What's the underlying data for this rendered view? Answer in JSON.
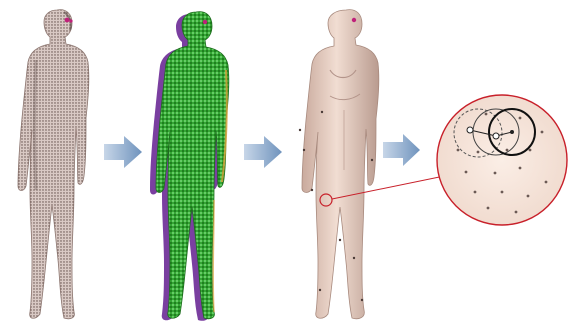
{
  "figure": {
    "stages": [
      {
        "id": "point-cloud",
        "description_name": "point-cloud-figure"
      },
      {
        "id": "voxel-model",
        "description_name": "voxel-figure"
      },
      {
        "id": "smooth-surface",
        "description_name": "surface-figure"
      },
      {
        "id": "zoom-detail",
        "description_name": "zoom-circle"
      }
    ],
    "arrows": 3,
    "colors": {
      "point_cloud": "#b59a93",
      "point_cloud_dark": "#6f5a55",
      "voxel_green": "#2ea12e",
      "voxel_green_light": "#5fc95f",
      "voxel_purple": "#7a3fa0",
      "skin": "#e9d3c8",
      "skin_shadow": "#b89a8e",
      "zoom_fill": "#f6e6dc",
      "callout_red": "#c8202a",
      "arrow": "#7f9fc4",
      "eye_marker": "#c0207a"
    }
  }
}
